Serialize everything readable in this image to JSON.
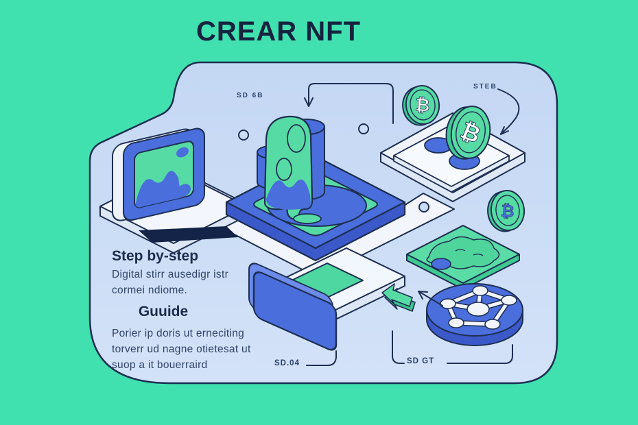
{
  "title": "CREAR NFT",
  "labels": {
    "sd6b": "SD 6B",
    "steb": "STEB",
    "sd04": "SD.04",
    "sdgt": "SD GT"
  },
  "card_text": {
    "step_heading": "Step by-step",
    "step_line1": "Digital stirr ausedigr istr",
    "step_line2": "cormei ndiome.",
    "guide_heading": "Guuide",
    "guide_line1": "Porier ip doris ut erneciting",
    "guide_line2": "torverr ud nagne otietesat ut",
    "guide_line3": "suop a it bouerraird"
  },
  "icons": {
    "bitcoin_symbol": "₿"
  },
  "colors": {
    "background": "#40e1af",
    "card": "#c9dcf5",
    "blue": "#4a6edb",
    "blue_dark": "#3b59c8",
    "green": "#57dba4",
    "green_dark": "#3fc892",
    "navy": "#1d2e52",
    "white": "#f3f7fd"
  }
}
